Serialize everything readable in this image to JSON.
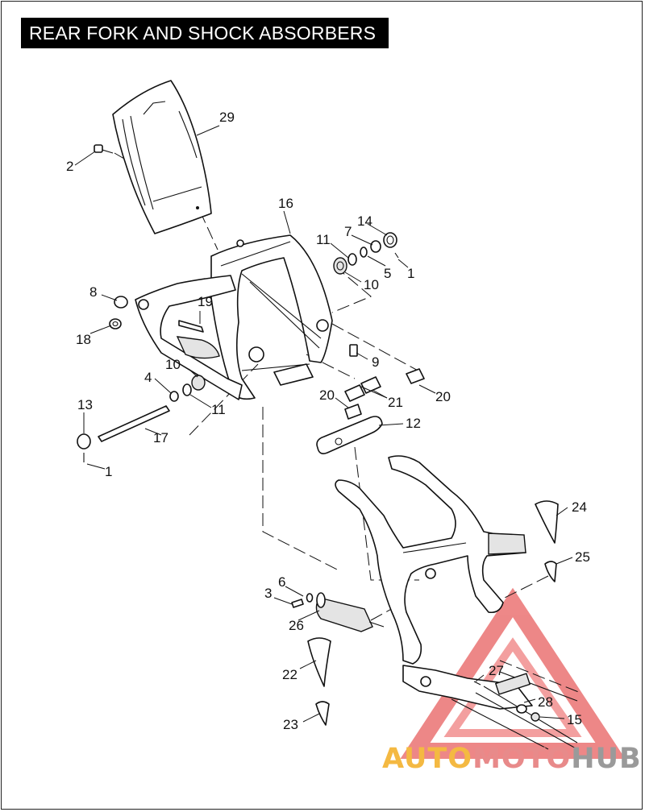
{
  "header": {
    "title": "REAR FORK AND SHOCK ABSORBERS"
  },
  "callouts": {
    "c29": "29",
    "c2": "2",
    "c16": "16",
    "c14": "14",
    "c7": "7",
    "c11a": "11",
    "c5": "5",
    "c1a": "1",
    "c10a": "10",
    "c8": "8",
    "c19": "19",
    "c18": "18",
    "c10b": "10",
    "c9": "9",
    "c4": "4",
    "c11b": "11",
    "c20a": "20",
    "c21": "21",
    "c20b": "20",
    "c13": "13",
    "c12": "12",
    "c17": "17",
    "c1b": "1",
    "c24": "24",
    "c25": "25",
    "c6": "6",
    "c3": "3",
    "c26": "26",
    "c27": "27",
    "c22": "22",
    "c28": "28",
    "c15": "15",
    "c23": "23"
  },
  "watermark": {
    "part1": "AUTO",
    "part2": "MOTO",
    "part3": "HUB"
  }
}
